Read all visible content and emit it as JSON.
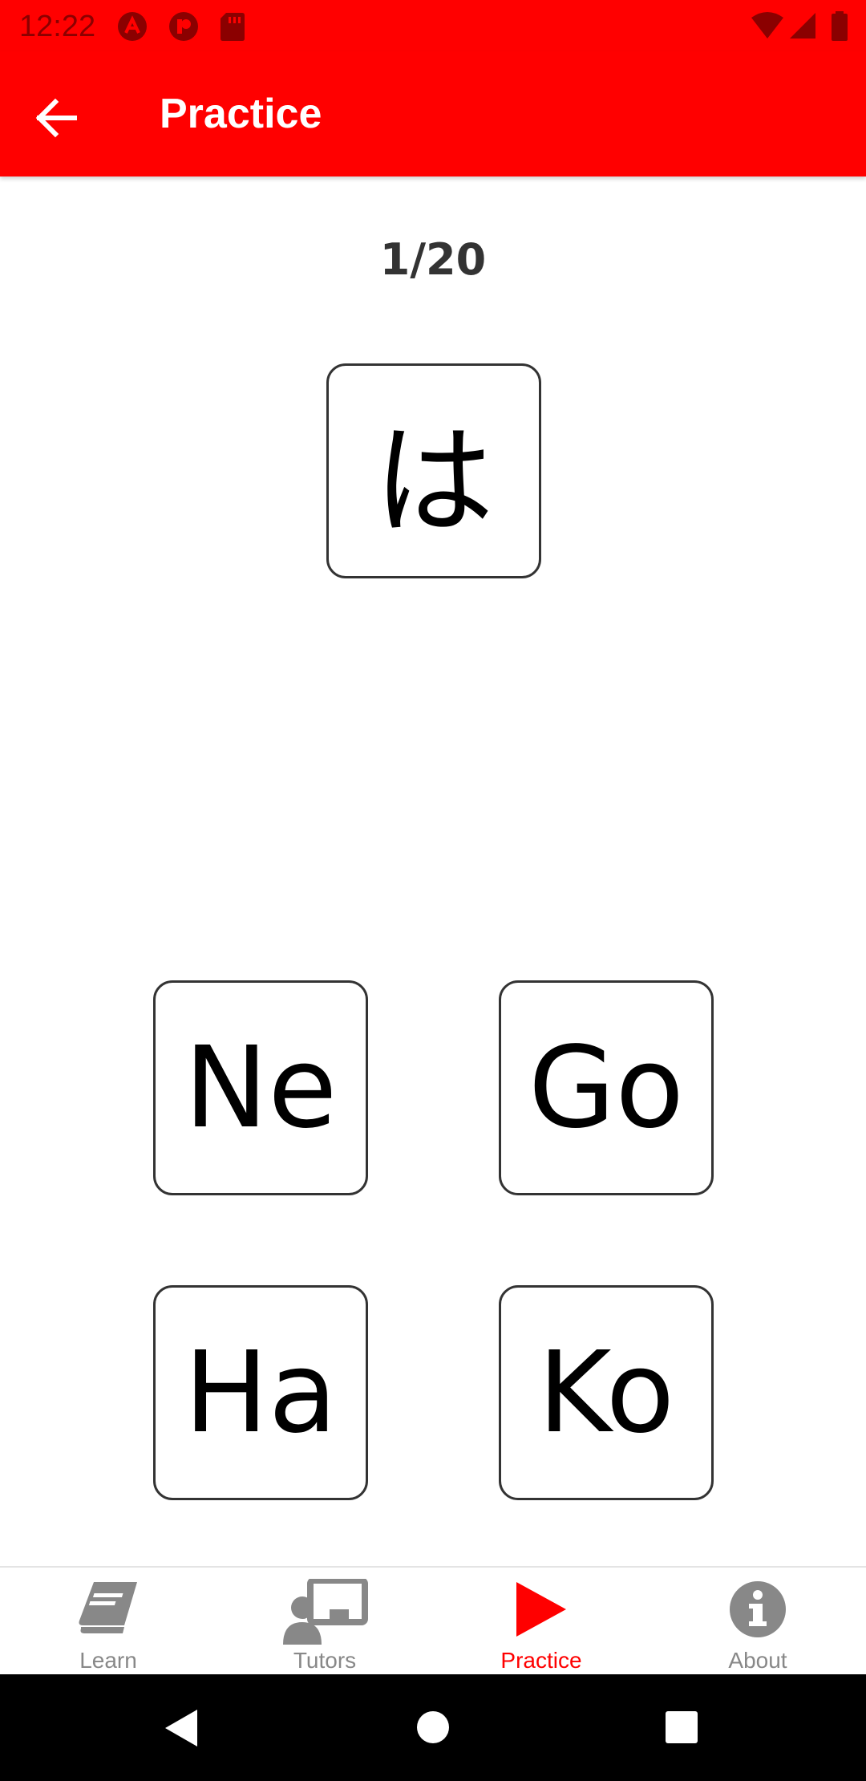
{
  "status_bar": {
    "time": "12:22",
    "icons": [
      "app-a-icon",
      "app-p-icon",
      "sd-card-icon",
      "wifi-icon",
      "signal-icon",
      "battery-icon"
    ]
  },
  "app_bar": {
    "title": "Practice",
    "back_icon": "arrow-back-icon"
  },
  "quiz": {
    "progress": "1/20",
    "question": "は",
    "answers": [
      "Ne",
      "Go",
      "Ha",
      "Ko"
    ]
  },
  "bottom_nav": {
    "items": [
      {
        "label": "Learn",
        "icon": "book-icon",
        "active": false
      },
      {
        "label": "Tutors",
        "icon": "tutor-icon",
        "active": false
      },
      {
        "label": "Practice",
        "icon": "play-icon",
        "active": true
      },
      {
        "label": "About",
        "icon": "info-icon",
        "active": false
      }
    ]
  },
  "colors": {
    "primary": "#ff0000",
    "inactive": "#888888",
    "card_border": "#333333"
  }
}
